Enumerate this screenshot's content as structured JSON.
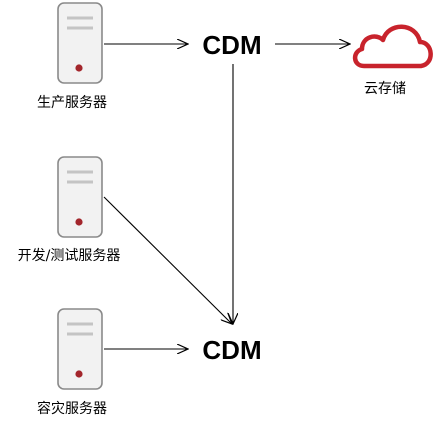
{
  "nodes": {
    "prod_server": {
      "label": "生产服务器",
      "icon": "server-icon"
    },
    "dev_server": {
      "label": "开发/测试服务器",
      "icon": "server-icon"
    },
    "dr_server": {
      "label": "容灾服务器",
      "icon": "server-icon"
    },
    "cdm_top": {
      "label": "CDM"
    },
    "cdm_bottom": {
      "label": "CDM"
    },
    "cloud_storage": {
      "label": "云存储",
      "icon": "cloud-icon"
    }
  },
  "edges": [
    {
      "from": "prod_server",
      "to": "cdm_top"
    },
    {
      "from": "cdm_top",
      "to": "cloud_storage"
    },
    {
      "from": "cdm_top",
      "to": "cdm_bottom"
    },
    {
      "from": "dev_server",
      "to": "cdm_bottom"
    },
    {
      "from": "dr_server",
      "to": "cdm_bottom"
    }
  ],
  "colors": {
    "cloud": "#c8232c",
    "server_dot": "#a3262c",
    "server_border": "#8a8a8a",
    "server_fill": "#f2f2f2",
    "server_lines": "#c4c4c4",
    "arrow": "#000000"
  }
}
